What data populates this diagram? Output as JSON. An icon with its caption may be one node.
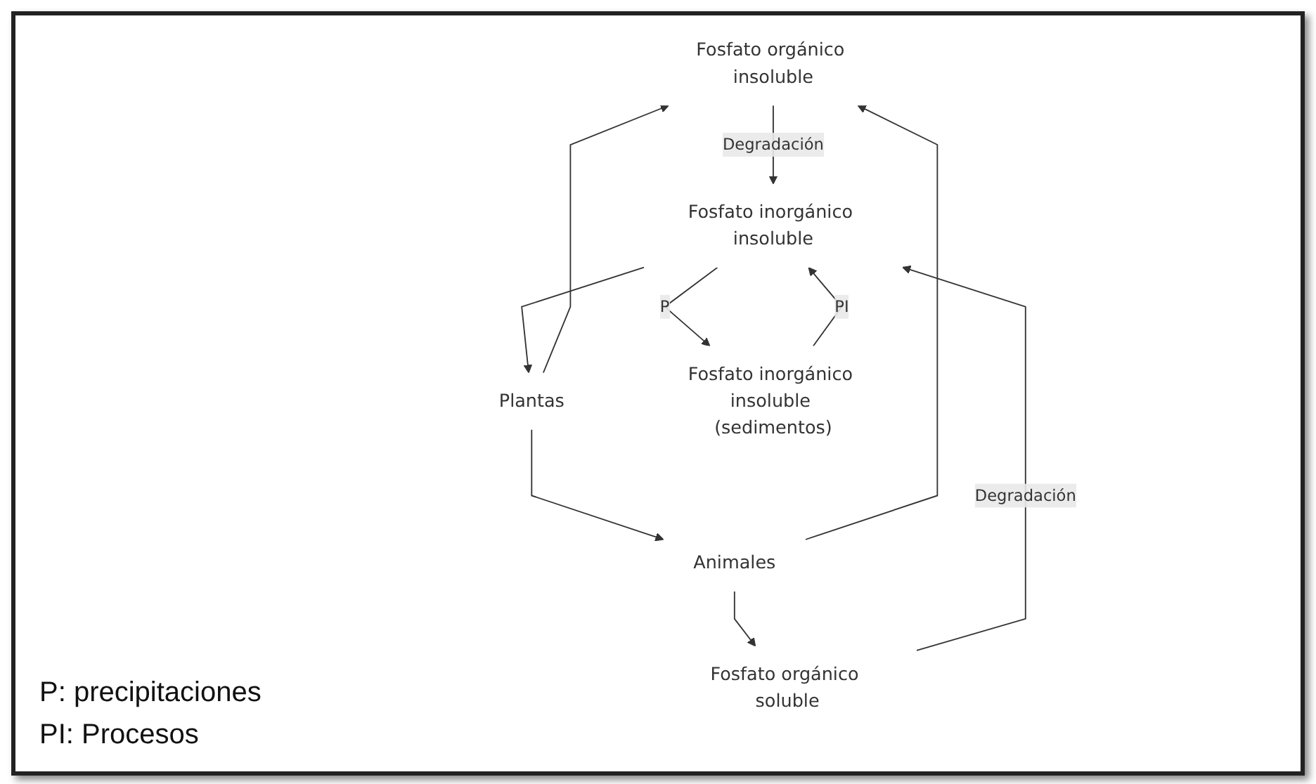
{
  "diagram": {
    "nodes": [
      {
        "text": [
          "Fosfato orgánico insoluble"
        ]
      },
      {
        "text": [
          "Fosfato orgánico soluble"
        ]
      },
      {
        "text": [
          "Animales"
        ]
      },
      {
        "text": [
          "Plantas"
        ]
      },
      {
        "text": [
          "Fosfato inorgánico insoluble"
        ]
      },
      {
        "text": [
          "Fosfato inorgánico insoluble (sedimentos)"
        ]
      }
    ],
    "edges": [
      {
        "from": 0,
        "to": 4,
        "arrow": "to",
        "label": "Degradación"
      },
      {
        "from": 1,
        "to": 4,
        "arrow": "to",
        "label": "Degradación"
      },
      {
        "from": 3,
        "to": 0,
        "arrow": "to"
      },
      {
        "from": 2,
        "to": 0,
        "arrow": "to"
      },
      {
        "from": 2,
        "to": 1,
        "arrow": "to"
      },
      {
        "from": 3,
        "to": 2,
        "arrow": "to"
      },
      {
        "from": 4,
        "to": 3,
        "arrow": "to"
      },
      {
        "from": 4,
        "to": 5,
        "arrow": "to",
        "label": "P"
      },
      {
        "from": 5,
        "to": 4,
        "arrow": "to",
        "label": "PI"
      }
    ],
    "labels": [
      "P: precipitaciones",
      "PI: Procesos"
    ]
  }
}
